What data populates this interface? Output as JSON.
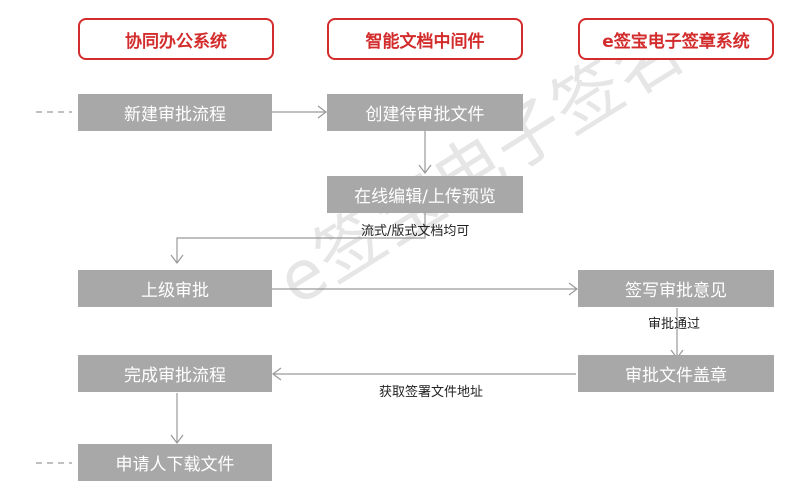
{
  "headers": {
    "oa": "协同办公系统",
    "middleware": "智能文档中间件",
    "esign": "e签宝电子签章系统"
  },
  "steps": {
    "create_flow": "新建审批流程",
    "create_file": "创建待审批文件",
    "online_edit": "在线编辑/上传预览",
    "superior_approval": "上级审批",
    "sign_opinion": "签写审批意见",
    "seal_file": "审批文件盖章",
    "complete_flow": "完成审批流程",
    "download_file": "申请人下载文件"
  },
  "labels": {
    "doc_formats": "流式/版式文档均可",
    "approved": "审批通过",
    "get_address": "获取签署文件地址"
  },
  "watermark": "e签宝电子签名"
}
